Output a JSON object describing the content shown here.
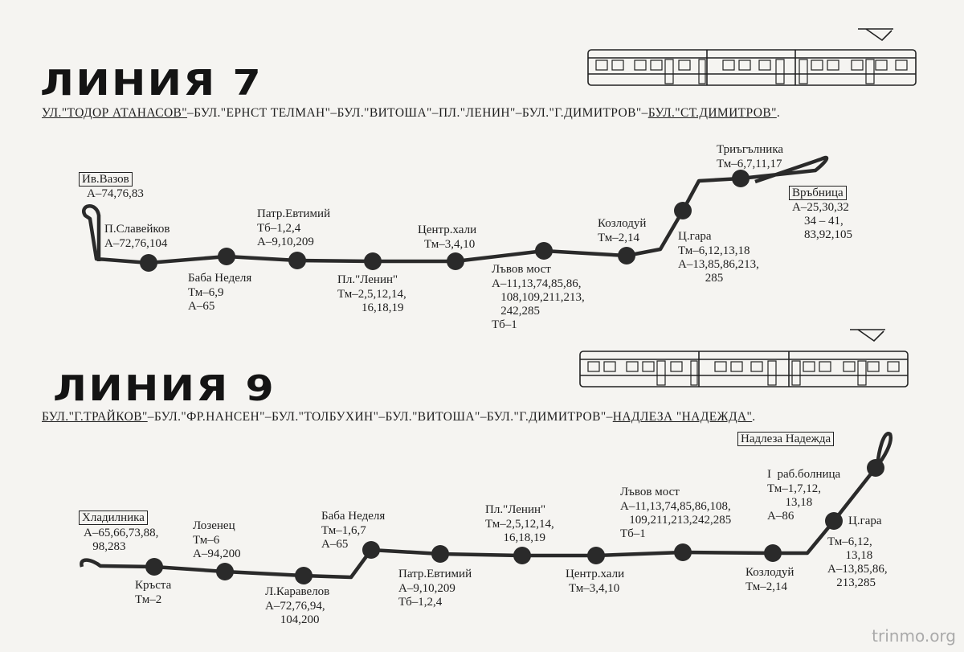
{
  "line7": {
    "title": "ЛИНИЯ 7",
    "route": [
      {
        "text": "УЛ.\"ТОДОР АТАНАСОВ\"",
        "underline": true
      },
      {
        "text": "–БУЛ.\"ЕРНСТ ТЕЛМАН\"",
        "underline": false
      },
      {
        "text": "–БУЛ.\"ВИТОША\"",
        "underline": false
      },
      {
        "text": "–ПЛ.\"ЛЕНИН\"",
        "underline": false
      },
      {
        "text": "–БУЛ.\"Г.ДИМИТРОВ\"",
        "underline": false
      },
      {
        "text": "–",
        "underline": false
      },
      {
        "text": "БУЛ.\"СТ.ДИМИТРОВ\"",
        "underline": true
      },
      {
        "text": ".",
        "underline": false
      }
    ],
    "stops": {
      "iv_vazov": {
        "name": "Ив.Вазов",
        "info": "А–74,76,83"
      },
      "p_slaveykov": {
        "name": "П.Славейков",
        "info": "А–72,76,104"
      },
      "baba_nedelya": {
        "name": "Баба Неделя",
        "info": "Тм–6,9\nА–65"
      },
      "patr_evtimiy": {
        "name": "Патр.Евтимий",
        "info": "Тб–1,2,4\nА–9,10,209"
      },
      "pl_lenin": {
        "name": "Пл.\"Ленин\"",
        "info": "Тм–2,5,12,14,\n        16,18,19"
      },
      "centr_hali": {
        "name": "Центр.хали",
        "info": "Тм–3,4,10"
      },
      "lvov_most": {
        "name": "Лъвов мост",
        "info": "А–11,13,74,85,86,\n   108,109,211,213,\n   242,285\nТб–1"
      },
      "kozloduy": {
        "name": "Козлодуй",
        "info": "Тм–2,14"
      },
      "ts_gara": {
        "name": "Ц.гара",
        "info": "Тм–6,12,13,18\nА–13,85,86,213,\n         285"
      },
      "triagalnika": {
        "name": "Триъгълника",
        "info": "Тм–6,7,11,17"
      },
      "vrabnitsa": {
        "name": "Връбница",
        "info": "А–25,30,32\n    34 – 41,\n    83,92,105"
      }
    }
  },
  "line9": {
    "title": "ЛИНИЯ 9",
    "route": [
      {
        "text": "БУЛ.\"Г.ТРАЙКОВ\"",
        "underline": true
      },
      {
        "text": "–БУЛ.\"ФР.НАНСЕН\"",
        "underline": false
      },
      {
        "text": "–БУЛ.\"ТОЛБУХИН\"",
        "underline": false
      },
      {
        "text": "–БУЛ.\"ВИТОША\"",
        "underline": false
      },
      {
        "text": "–БУЛ.\"Г.ДИМИТРОВ\"",
        "underline": false
      },
      {
        "text": "–",
        "underline": false
      },
      {
        "text": "НАДЛЕЗА \"НАДЕЖДА\"",
        "underline": true
      },
      {
        "text": ".",
        "underline": false
      }
    ],
    "stops": {
      "hladilnika": {
        "name": "Хладилника",
        "info": "А–65,66,73,88,\n   98,283"
      },
      "krasta": {
        "name": "Кръста",
        "info": "Тм–2"
      },
      "lozenets": {
        "name": "Лозенец",
        "info": "Тм–6\nА–94,200"
      },
      "l_karavelov": {
        "name": "Л.Каравелов",
        "info": "А–72,76,94,\n     104,200"
      },
      "baba_nedelya": {
        "name": "Баба Неделя",
        "info": "Тм–1,6,7\nА–65"
      },
      "patr_evtimiy": {
        "name": "Патр.Евтимий",
        "info": "А–9,10,209\nТб–1,2,4"
      },
      "pl_lenin": {
        "name": "Пл.\"Ленин\"",
        "info": "Тм–2,5,12,14,\n      16,18,19"
      },
      "centr_hali": {
        "name": "Центр.хали",
        "info": "Тм–3,4,10"
      },
      "lvov_most": {
        "name": "Лъвов мост",
        "info": "А–11,13,74,85,86,108,\n   109,211,213,242,285\nТб–1"
      },
      "kozloduy": {
        "name": "Козлодуй",
        "info": "Тм–2,14"
      },
      "ts_gara": {
        "name": "Ц.гара",
        "info": "Тм–6,12,\n      13,18\nА–13,85,86,\n   213,285"
      },
      "i_rab_bolnitsa": {
        "name": "I  раб.болница",
        "info": "Тм–1,7,12,\n      13,18\nА–86"
      },
      "nadleza_nadezhda": {
        "name": "Надлеза Надежда",
        "info": ""
      }
    }
  },
  "watermark": "trinmo.org"
}
